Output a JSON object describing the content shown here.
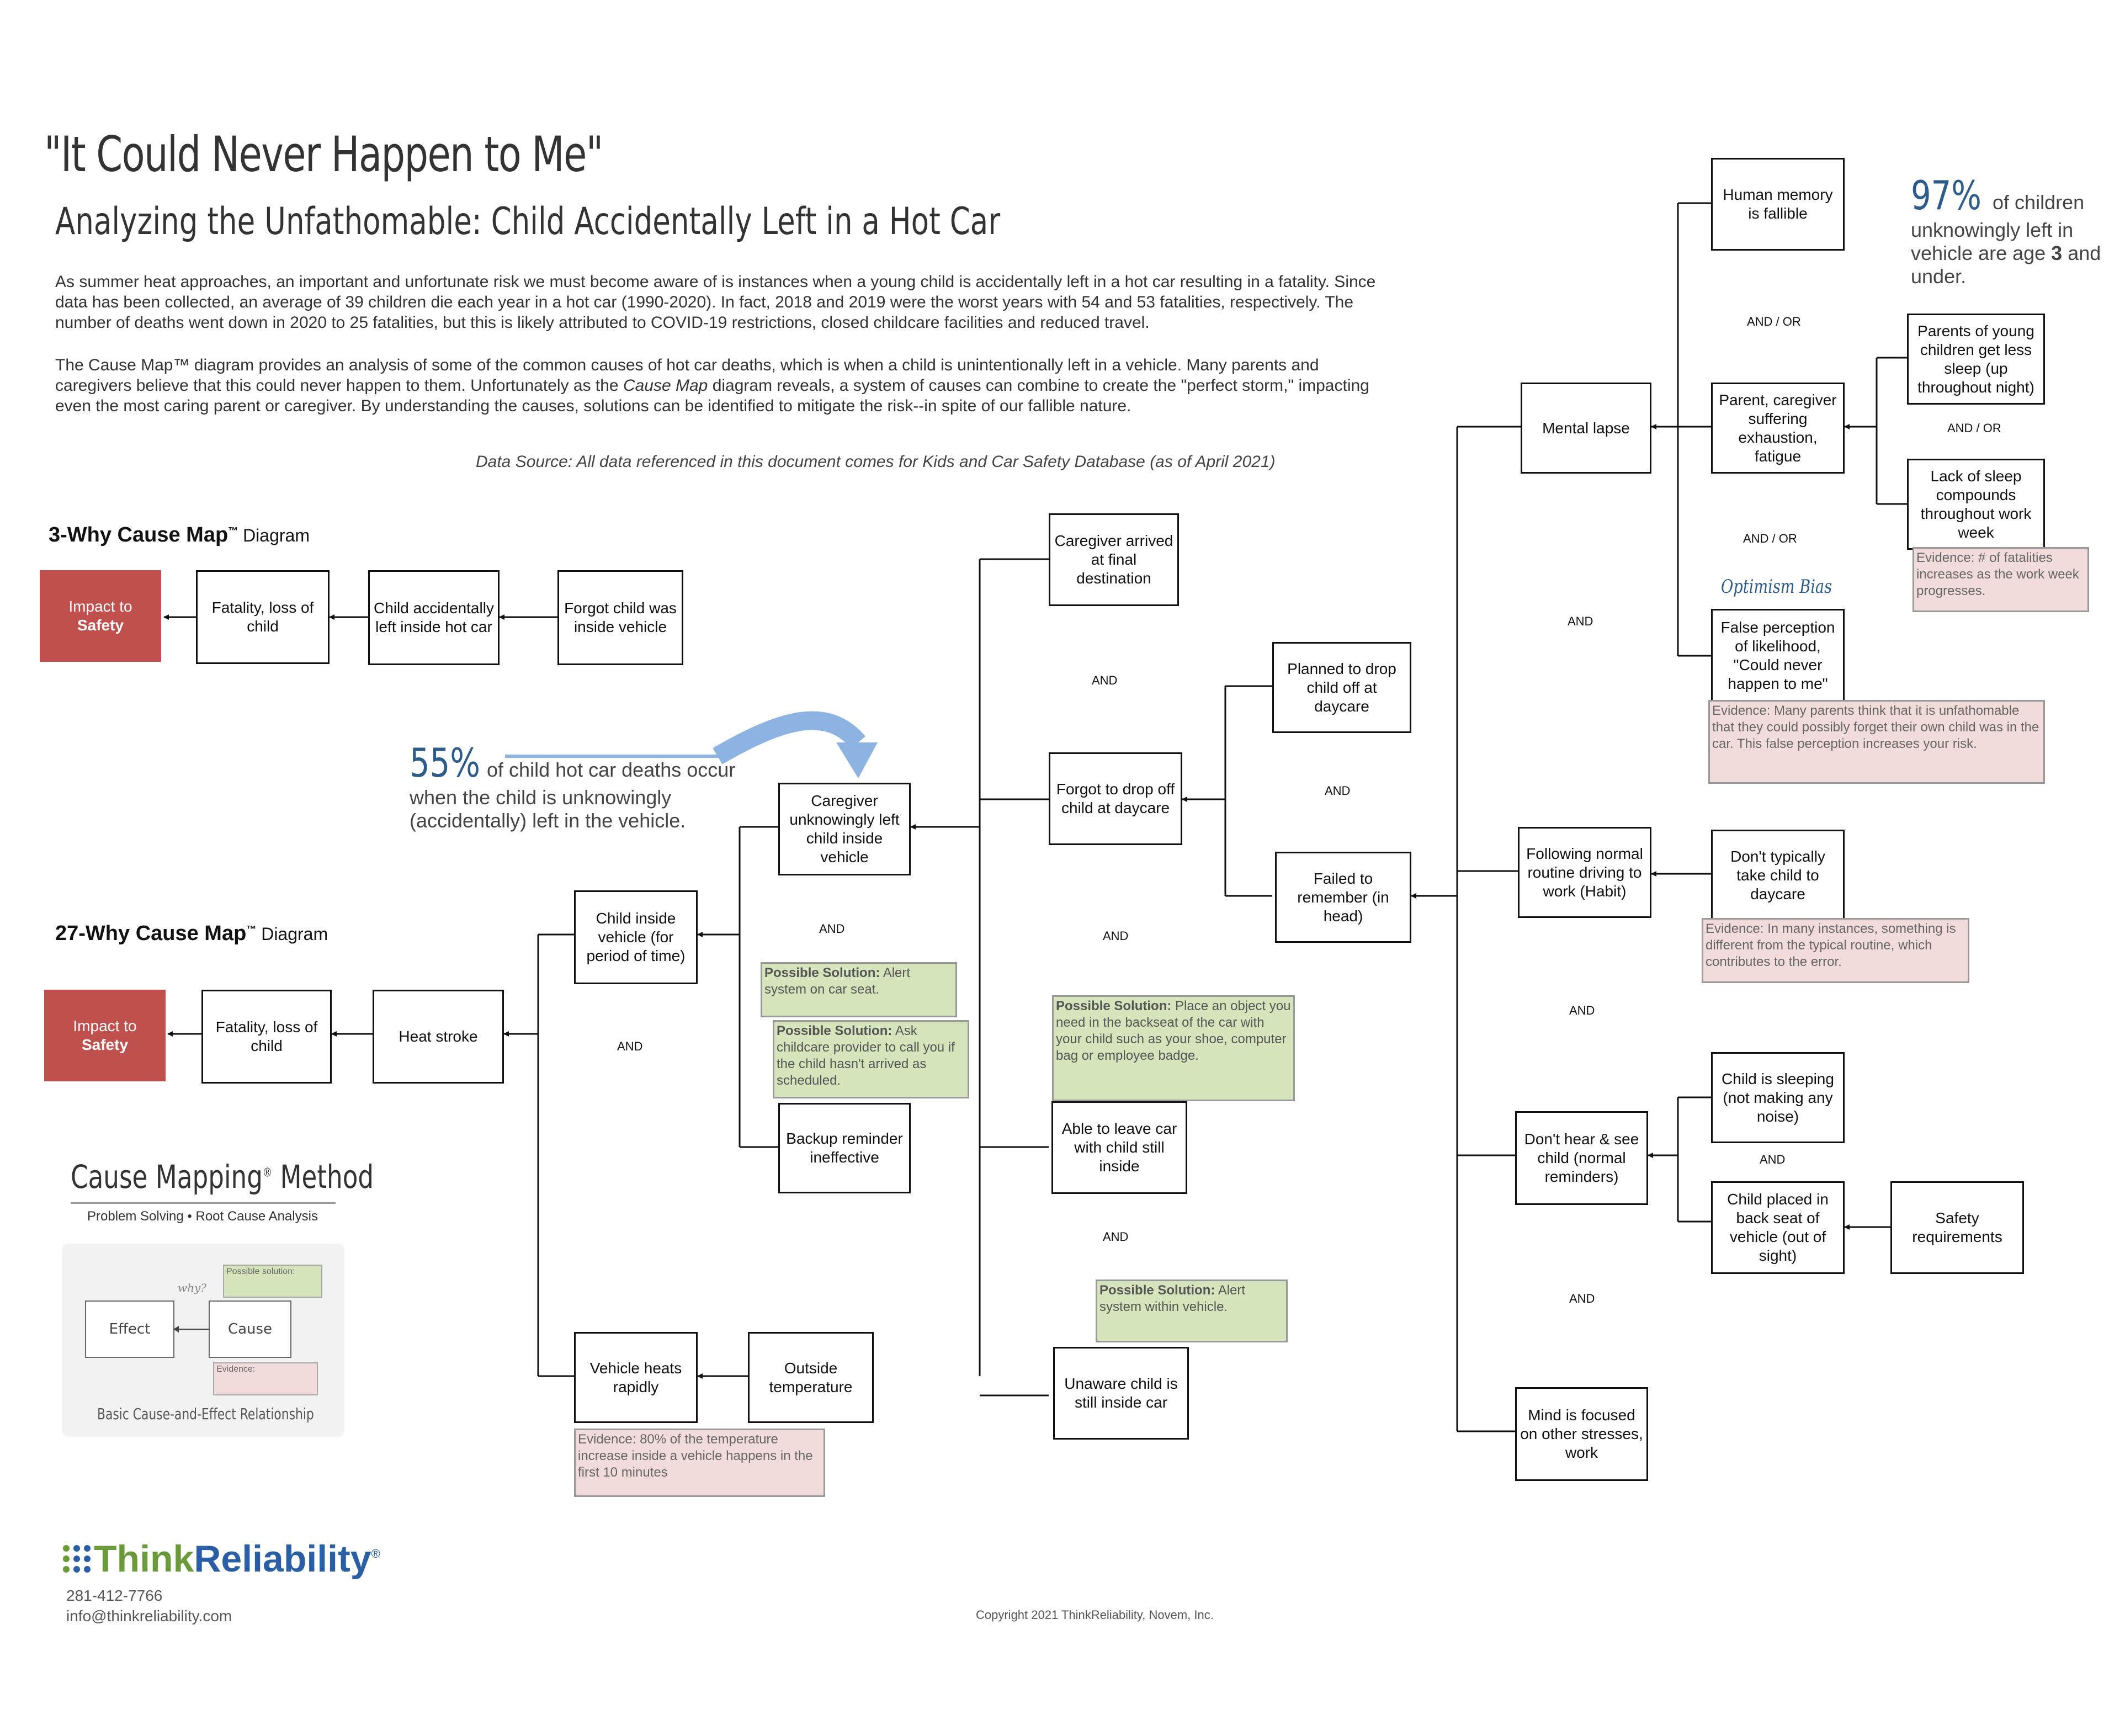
{
  "header": {
    "title": "\"It Could Never Happen to Me\"",
    "subtitle": "Analyzing the Unfathomable: Child Accidentally Left in a Hot Car",
    "intro_p1": "As summer heat approaches, an important and unfortunate risk we must become aware of is instances when a young child is accidentally left in a hot car resulting in a fatality. Since data has been collected, an average of 39 children die each year in a hot car (1990-2020). In fact, 2018 and 2019 were the worst years with 54 and 53 fatalities, respectively. The number of deaths went down in 2020 to 25 fatalities, but this is likely attributed to COVID-19 restrictions, closed childcare facilities and reduced travel.",
    "intro_p2a": "The Cause Map™ diagram provides an analysis of some of the common causes of hot car deaths, which is when a child is unintentionally left in a vehicle. Many parents and caregivers believe that this could never happen to them. Unfortunately as the ",
    "intro_p2_em": "Cause Map",
    "intro_p2b": " diagram reveals, a system of causes can combine to create the \"perfect storm,\" impacting even the most caring parent or caregiver. By understanding the causes, solutions can be identified to mitigate the risk--in spite of our fallible nature.",
    "data_source": "Data Source:  All data referenced in this document comes for Kids and Car Safety Database (as of April 2021)"
  },
  "three_why": {
    "heading": "3-Why Cause Map",
    "heading_tm": "™",
    "heading_suffix": " Diagram",
    "impact_line1": "Impact to",
    "impact_line2": "Safety",
    "b1": "Fatality, loss of child",
    "b2": "Child accidentally left inside hot car",
    "b3": "Forgot child was inside vehicle"
  },
  "twentyseven_why": {
    "heading": "27-Why Cause Map",
    "heading_tm": "™",
    "heading_suffix": " Diagram",
    "impact_line1": "Impact to",
    "impact_line2": "Safety",
    "fatality": "Fatality, loss of child",
    "heat_stroke": "Heat stroke",
    "child_inside": "Child inside vehicle (for period of time)",
    "vehicle_heats": "Vehicle heats rapidly",
    "outside_temp": "Outside temperature",
    "caregiver_left": "Caregiver unknowingly left child inside vehicle",
    "backup_ineffective": "Backup reminder ineffective",
    "caregiver_arrived": "Caregiver arrived at final destination",
    "forgot_drop": "Forgot to drop off child at daycare",
    "able_leave": "Able to leave car with child still inside",
    "unaware": "Unaware child is still inside car",
    "planned_drop": "Planned to drop child off at daycare",
    "failed_remember": "Failed to remember (in head)",
    "mental_lapse": "Mental lapse",
    "following_routine": "Following normal routine driving to work (Habit)",
    "dont_hear": "Don't hear & see child (normal reminders)",
    "mind_focused": "Mind is focused on other stresses, work",
    "memory_fallible": "Human memory is fallible",
    "parent_exhaustion": "Parent, caregiver suffering exhaustion, fatigue",
    "false_perception": "False perception of likelihood, \"Could never happen to me\"",
    "parents_less_sleep": "Parents of young children get less sleep (up throughout night)",
    "lack_sleep": "Lack of sleep compounds throughout work week",
    "dont_take": "Don't typically take child to daycare",
    "child_sleeping": "Child is sleeping (not making any noise)",
    "child_back_seat": "Child placed in back seat of vehicle (out of sight)",
    "safety_req": "Safety requirements",
    "optimism_bias": "Optimism Bias"
  },
  "connectors": {
    "and": "AND",
    "and_or": "AND / OR"
  },
  "solutions": {
    "label": "Possible Solution:",
    "s1": " Alert system on car seat.",
    "s2": " Ask childcare provider to call you if the child hasn't arrived as scheduled.",
    "s3": " Place an object you need in the backseat of the car with your child such as your shoe, computer bag or employee badge.",
    "s4": " Alert system within vehicle."
  },
  "evidence": {
    "e_temp": "Evidence: 80% of the temperature increase inside a vehicle happens in the first 10 minutes",
    "e_week": "Evidence: # of fatalities increases as the work week progresses.",
    "e_perception": "Evidence: Many parents think that it is unfathomable that they could possibly forget their own child was  in the car. This false perception increases your risk.",
    "e_routine": "Evidence: In many instances, something is different from the typical routine, which contributes to the error."
  },
  "stats": {
    "s55_big": "55%",
    "s55_text1": " of child hot car deaths occur",
    "s55_text2": "when the child is unknowingly",
    "s55_text3": "(accidentally) left in the vehicle.",
    "s97_big": "97%",
    "s97_text1": " of children",
    "s97_text2": "unknowingly left in",
    "s97_text3a": "vehicle are age ",
    "s97_text3b": "3",
    "s97_text3c": " and",
    "s97_text4": "under."
  },
  "method_card": {
    "title": "Cause Mapping",
    "reg": "®",
    "title_suffix": " Method",
    "tagline": "Problem Solving • Root Cause Analysis",
    "why": "why?",
    "effect": "Effect",
    "cause": "Cause",
    "possible_solution": "Possible solution:",
    "evidence": "Evidence:",
    "caption": "Basic Cause-and-Effect Relationship"
  },
  "footer": {
    "brand_think": "Think",
    "brand_reliability": "Reliability",
    "reg": "®",
    "phone": "281-412-7766",
    "email": "info@thinkreliability.com",
    "copyright": "Copyright 2021 ThinkReliability, Novem, Inc."
  },
  "colors": {
    "impact_red": "#c0504d",
    "solution_green": "#d6e4bc",
    "evidence_pink": "#f2dcdb",
    "stat_blue": "#2e5c8a",
    "arrow_blue": "#8db3e2",
    "brand_green": "#6a9a3a",
    "brand_blue": "#2a5fa6"
  }
}
